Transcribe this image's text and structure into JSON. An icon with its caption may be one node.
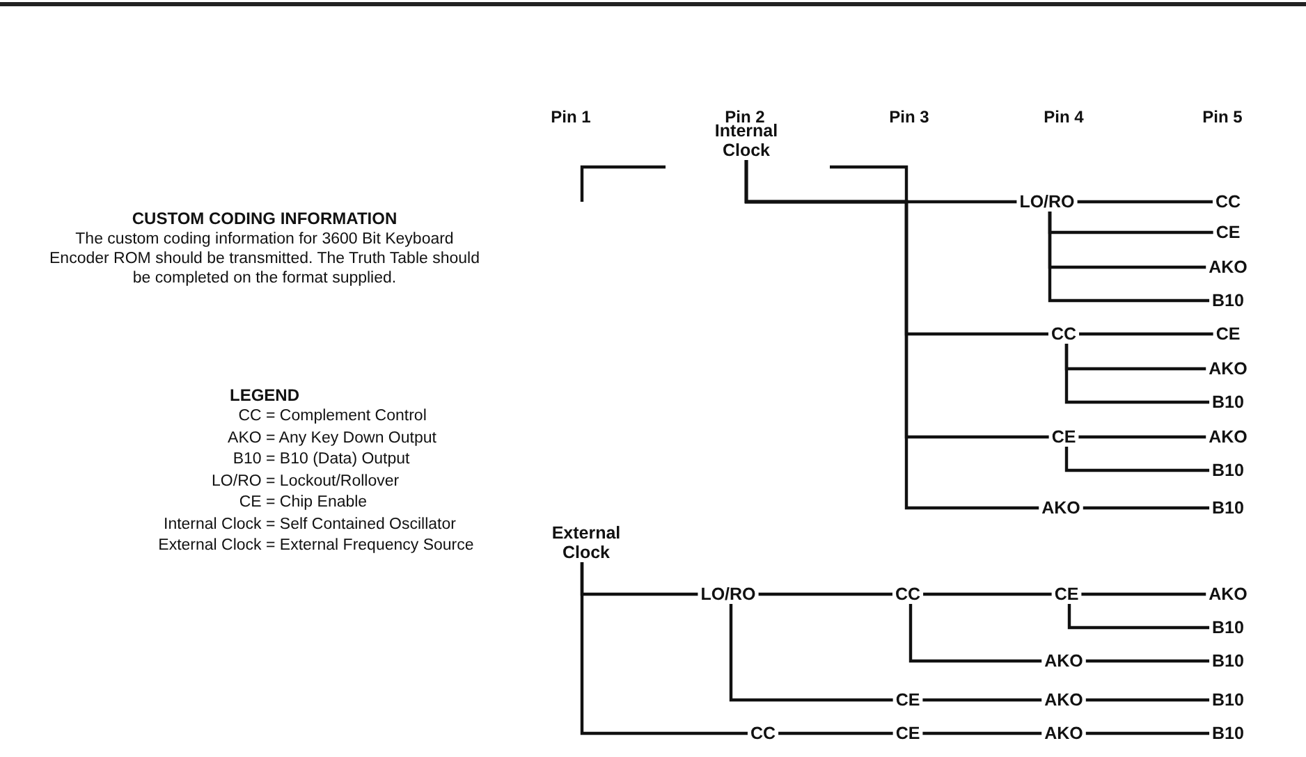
{
  "diagram": {
    "title": "CUSTOM CODING INFORMATION",
    "nodes": [
      {
        "text": [
          "Internal Clock"
        ]
      },
      {
        "text": [
          "LO/RO"
        ]
      },
      {
        "text": [
          "CC"
        ]
      },
      {
        "text": [
          "CE"
        ]
      },
      {
        "text": [
          "AKO"
        ]
      },
      {
        "text": [
          "B10"
        ]
      },
      {
        "text": [
          "CC"
        ]
      },
      {
        "text": [
          "CE"
        ]
      },
      {
        "text": [
          "AKO"
        ]
      },
      {
        "text": [
          "B10"
        ]
      },
      {
        "text": [
          "CE"
        ]
      },
      {
        "text": [
          "AKO"
        ]
      },
      {
        "text": [
          "B10"
        ]
      },
      {
        "text": [
          "AKO"
        ]
      },
      {
        "text": [
          "B10"
        ]
      },
      {
        "text": [
          "External Clock"
        ]
      },
      {
        "text": [
          "LO/RO"
        ]
      },
      {
        "text": [
          "CC"
        ]
      },
      {
        "text": [
          "CE"
        ]
      },
      {
        "text": [
          "AKO"
        ]
      },
      {
        "text": [
          "B10"
        ]
      },
      {
        "text": [
          "AKO"
        ]
      },
      {
        "text": [
          "B10"
        ]
      },
      {
        "text": [
          "CE"
        ]
      },
      {
        "text": [
          "AKO"
        ]
      },
      {
        "text": [
          "B10"
        ]
      },
      {
        "text": [
          "CC"
        ]
      },
      {
        "text": [
          "CE"
        ]
      },
      {
        "text": [
          "AKO"
        ]
      },
      {
        "text": [
          "B10"
        ]
      }
    ],
    "edges": [
      {
        "from": 0,
        "to": 1,
        "arrow": "none"
      },
      {
        "from": 0,
        "to": 6,
        "arrow": "none"
      },
      {
        "from": 0,
        "to": 10,
        "arrow": "none"
      },
      {
        "from": 0,
        "to": 13,
        "arrow": "none"
      },
      {
        "from": 1,
        "to": 2,
        "arrow": "none"
      },
      {
        "from": 1,
        "to": 3,
        "arrow": "none"
      },
      {
        "from": 1,
        "to": 4,
        "arrow": "none"
      },
      {
        "from": 1,
        "to": 5,
        "arrow": "none"
      },
      {
        "from": 6,
        "to": 7,
        "arrow": "none"
      },
      {
        "from": 6,
        "to": 8,
        "arrow": "none"
      },
      {
        "from": 6,
        "to": 9,
        "arrow": "none"
      },
      {
        "from": 10,
        "to": 11,
        "arrow": "none"
      },
      {
        "from": 10,
        "to": 12,
        "arrow": "none"
      },
      {
        "from": 13,
        "to": 14,
        "arrow": "none"
      },
      {
        "from": 15,
        "to": 16,
        "arrow": "none"
      },
      {
        "from": 15,
        "to": 26,
        "arrow": "none"
      },
      {
        "from": 16,
        "to": 17,
        "arrow": "none"
      },
      {
        "from": 16,
        "to": 23,
        "arrow": "none"
      },
      {
        "from": 17,
        "to": 18,
        "arrow": "none"
      },
      {
        "from": 17,
        "to": 21,
        "arrow": "none"
      },
      {
        "from": 18,
        "to": 19,
        "arrow": "none"
      },
      {
        "from": 18,
        "to": 20,
        "arrow": "none"
      },
      {
        "from": 21,
        "to": 22,
        "arrow": "none"
      },
      {
        "from": 23,
        "to": 24,
        "arrow": "none"
      },
      {
        "from": 24,
        "to": 25,
        "arrow": "none"
      },
      {
        "from": 26,
        "to": 27,
        "arrow": "none"
      },
      {
        "from": 27,
        "to": 28,
        "arrow": "none"
      },
      {
        "from": 28,
        "to": 29,
        "arrow": "none"
      }
    ],
    "labels": [
      "Pin 1",
      "Pin 2",
      "Pin 3",
      "Pin 4",
      "Pin 5",
      "The custom coding information for 3600 Bit Keyboard Encoder ROM should be transmitted. The Truth Table should be completed on the format supplied.",
      "LEGEND"
    ],
    "legend": [
      {
        "text": "CC = Complement Control"
      },
      {
        "text": "AKO = Any Key Down Output"
      },
      {
        "text": "B10 = B10 (Data) Output"
      },
      {
        "text": "LO/RO = Lockout/Rollover"
      },
      {
        "text": "CE = Chip Enable"
      },
      {
        "text": "Internal Clock = Self Contained Oscillator"
      },
      {
        "text": "External Clock = External Frequency Source"
      }
    ]
  }
}
